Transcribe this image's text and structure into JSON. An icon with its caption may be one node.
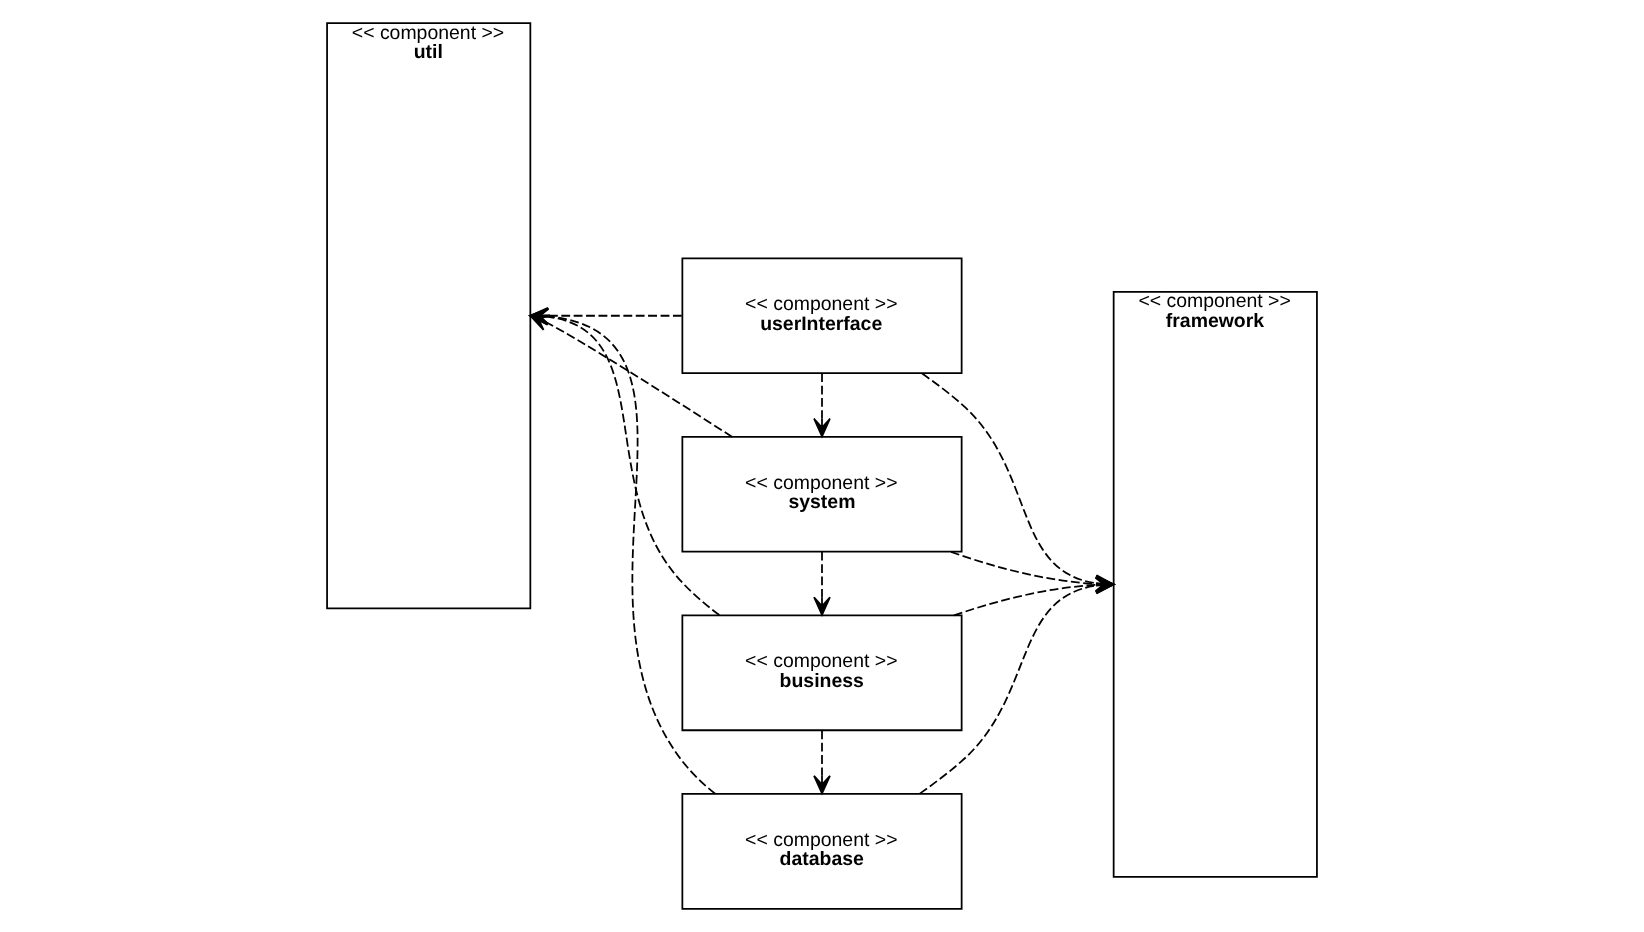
{
  "diagram": {
    "nodes": [
      {
        "text": [
          "<< component >>",
          "util"
        ]
      },
      {
        "text": [
          "<< component >>",
          "userInterface"
        ]
      },
      {
        "text": [
          "<< component >>",
          "framework"
        ]
      },
      {
        "text": [
          "<< component >>",
          "system"
        ]
      },
      {
        "text": [
          "<< component >>",
          "business"
        ]
      },
      {
        "text": [
          "<< component >>",
          "database"
        ]
      }
    ],
    "edges": [
      {
        "from": 1,
        "to": 0,
        "arrow": "to",
        "style": "dashed"
      },
      {
        "from": 1,
        "to": 2,
        "arrow": "to",
        "style": "dashed"
      },
      {
        "from": 1,
        "to": 3,
        "arrow": "to",
        "style": "dashed"
      },
      {
        "from": 3,
        "to": 0,
        "arrow": "to",
        "style": "dashed"
      },
      {
        "from": 3,
        "to": 2,
        "arrow": "to",
        "style": "dashed"
      },
      {
        "from": 3,
        "to": 4,
        "arrow": "to",
        "style": "dashed"
      },
      {
        "from": 4,
        "to": 0,
        "arrow": "to",
        "style": "dashed"
      },
      {
        "from": 4,
        "to": 2,
        "arrow": "to",
        "style": "dashed"
      },
      {
        "from": 4,
        "to": 5,
        "arrow": "to",
        "style": "dashed"
      },
      {
        "from": 5,
        "to": 0,
        "arrow": "to",
        "style": "dashed"
      },
      {
        "from": 5,
        "to": 2,
        "arrow": "to",
        "style": "dashed"
      }
    ]
  }
}
